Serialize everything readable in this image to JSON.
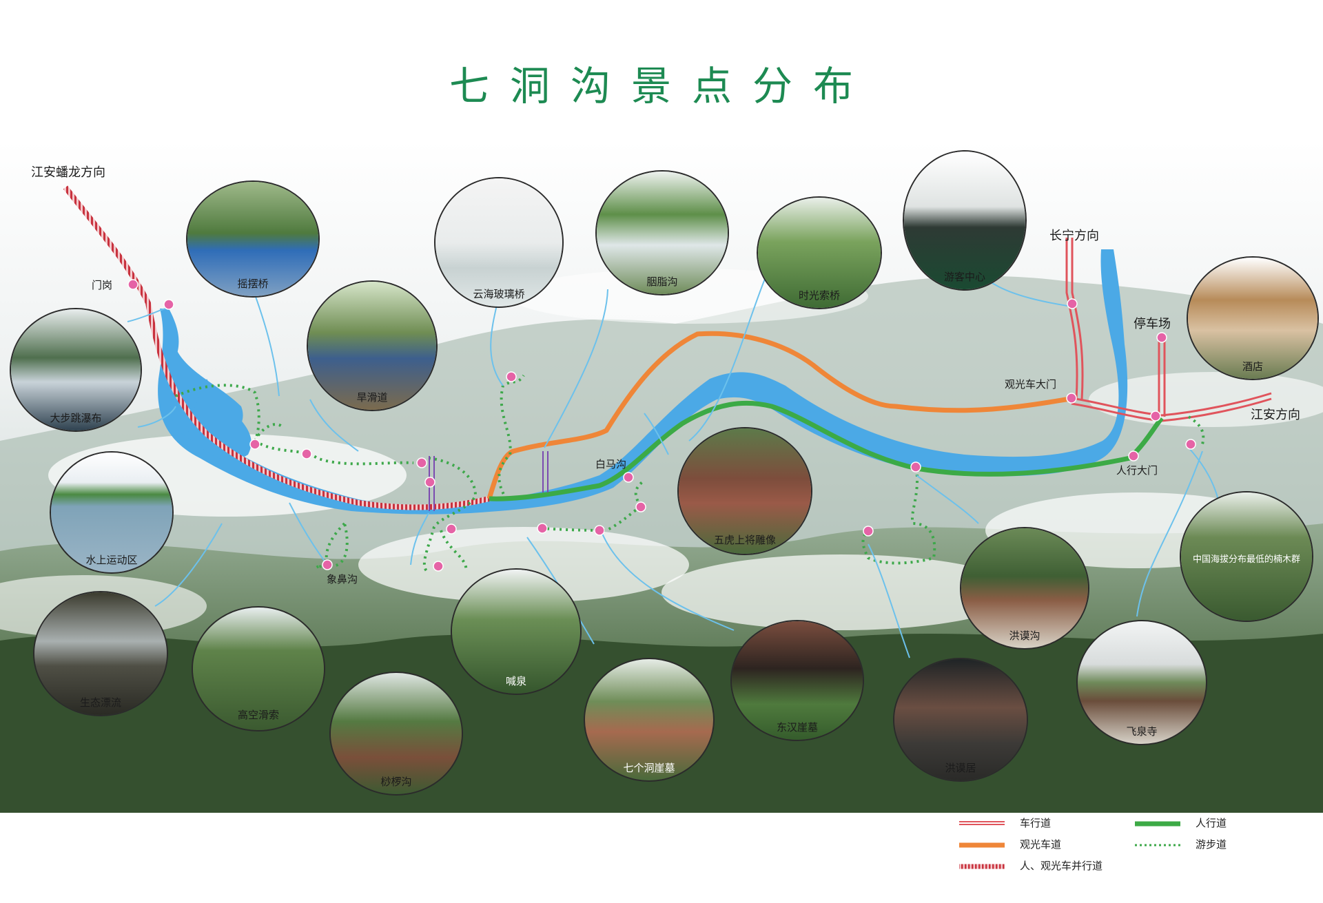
{
  "title": "七洞沟景点分布",
  "colors": {
    "river": "#4ba9e6",
    "car_road": "#e0545c",
    "tour_car": "#ef8638",
    "walk": "#3caa46",
    "trail": "#3da84a",
    "node": "#e563a6",
    "title": "#1d8a52"
  },
  "directions": {
    "jiangan_panlong": "江安蟠龙方向",
    "changning": "长宁方向",
    "jiangan": "江安方向"
  },
  "map_labels": {
    "mengang": "门岗",
    "baimagou": "白马沟",
    "xiangbigou": "象鼻沟",
    "guanguangche_damen": "观光车大门",
    "tingchechang": "停车场",
    "renxing_damen": "人行大门"
  },
  "spots": {
    "yaobaiqiao": "摇摆桥",
    "yunhai": "云海玻璃桥",
    "yanzhigou": "胭脂沟",
    "shiguang": "时光索桥",
    "youke": "游客中心",
    "jiudian": "酒店",
    "dabu": "大步跳瀑布",
    "hanhua": "旱滑道",
    "shuishang": "水上运动区",
    "wuhu": "五虎上将雕像",
    "nanmu": "中国海拔分布最低的楠木群",
    "hongyu_gou": "洪谟沟",
    "shengtai": "生态漂流",
    "gaokong": "高空滑索",
    "hanquan": "喊泉",
    "shaluo": "桫椤沟",
    "qigedong": "七个洞崖墓",
    "donghan": "东汉崖墓",
    "hongyu_ju": "洪谟居",
    "feiquan": "飞泉寺"
  },
  "legend": {
    "car_road": "车行道",
    "walk": "人行道",
    "tour_car": "观光车道",
    "trail": "游步道",
    "shared": "人、观光车并行道"
  }
}
